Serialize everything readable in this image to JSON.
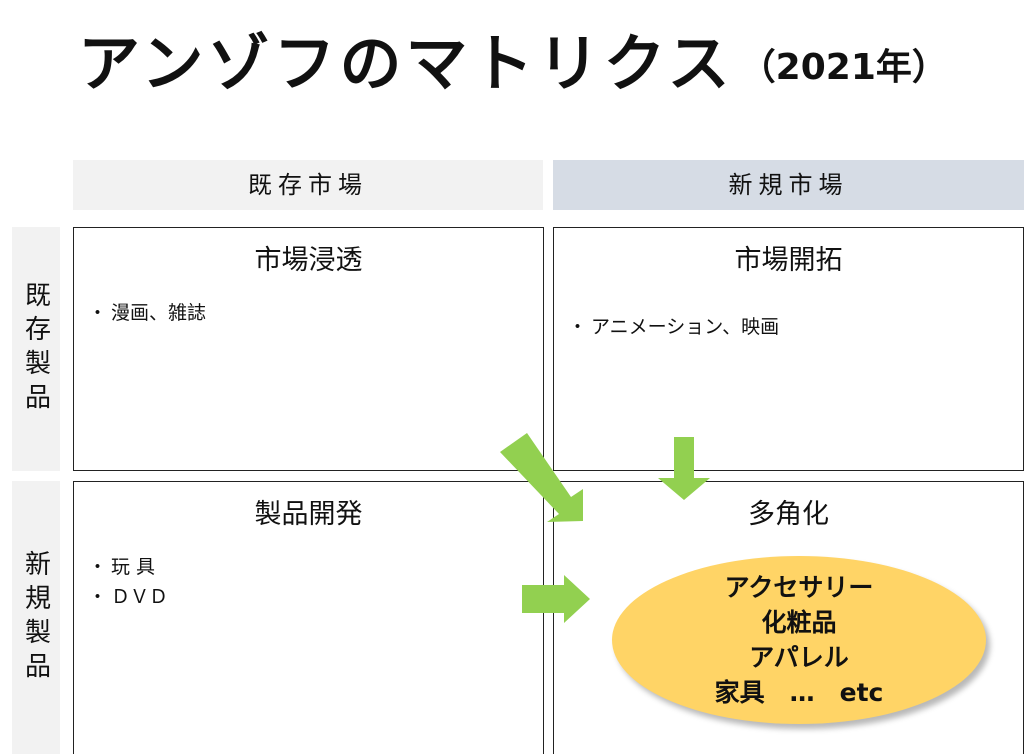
{
  "title": {
    "main": "アンゾフのマトリクス",
    "year": "（2021年）"
  },
  "columns": [
    "既存市場",
    "新規市場"
  ],
  "rows": [
    "既存製品",
    "新規製品"
  ],
  "cells": [
    {
      "title": "市場浸透",
      "items": [
        "漫画、雑誌"
      ]
    },
    {
      "title": "市場開拓",
      "items": [
        "アニメーション、映画"
      ]
    },
    {
      "title": "製品開発",
      "items": [
        "玩 具",
        "ＤＶＤ"
      ]
    },
    {
      "title": "多角化",
      "items": []
    }
  ],
  "diversification_examples": [
    "アクセサリー",
    "化粧品",
    "アパレル",
    "家具　…　etc"
  ],
  "colors": {
    "col_head_existing": "#f2f2f2",
    "col_head_new": "#d6dce5",
    "row_head": "#f2f2f2",
    "arrow": "#92d050",
    "ellipse": "#ffd466"
  }
}
